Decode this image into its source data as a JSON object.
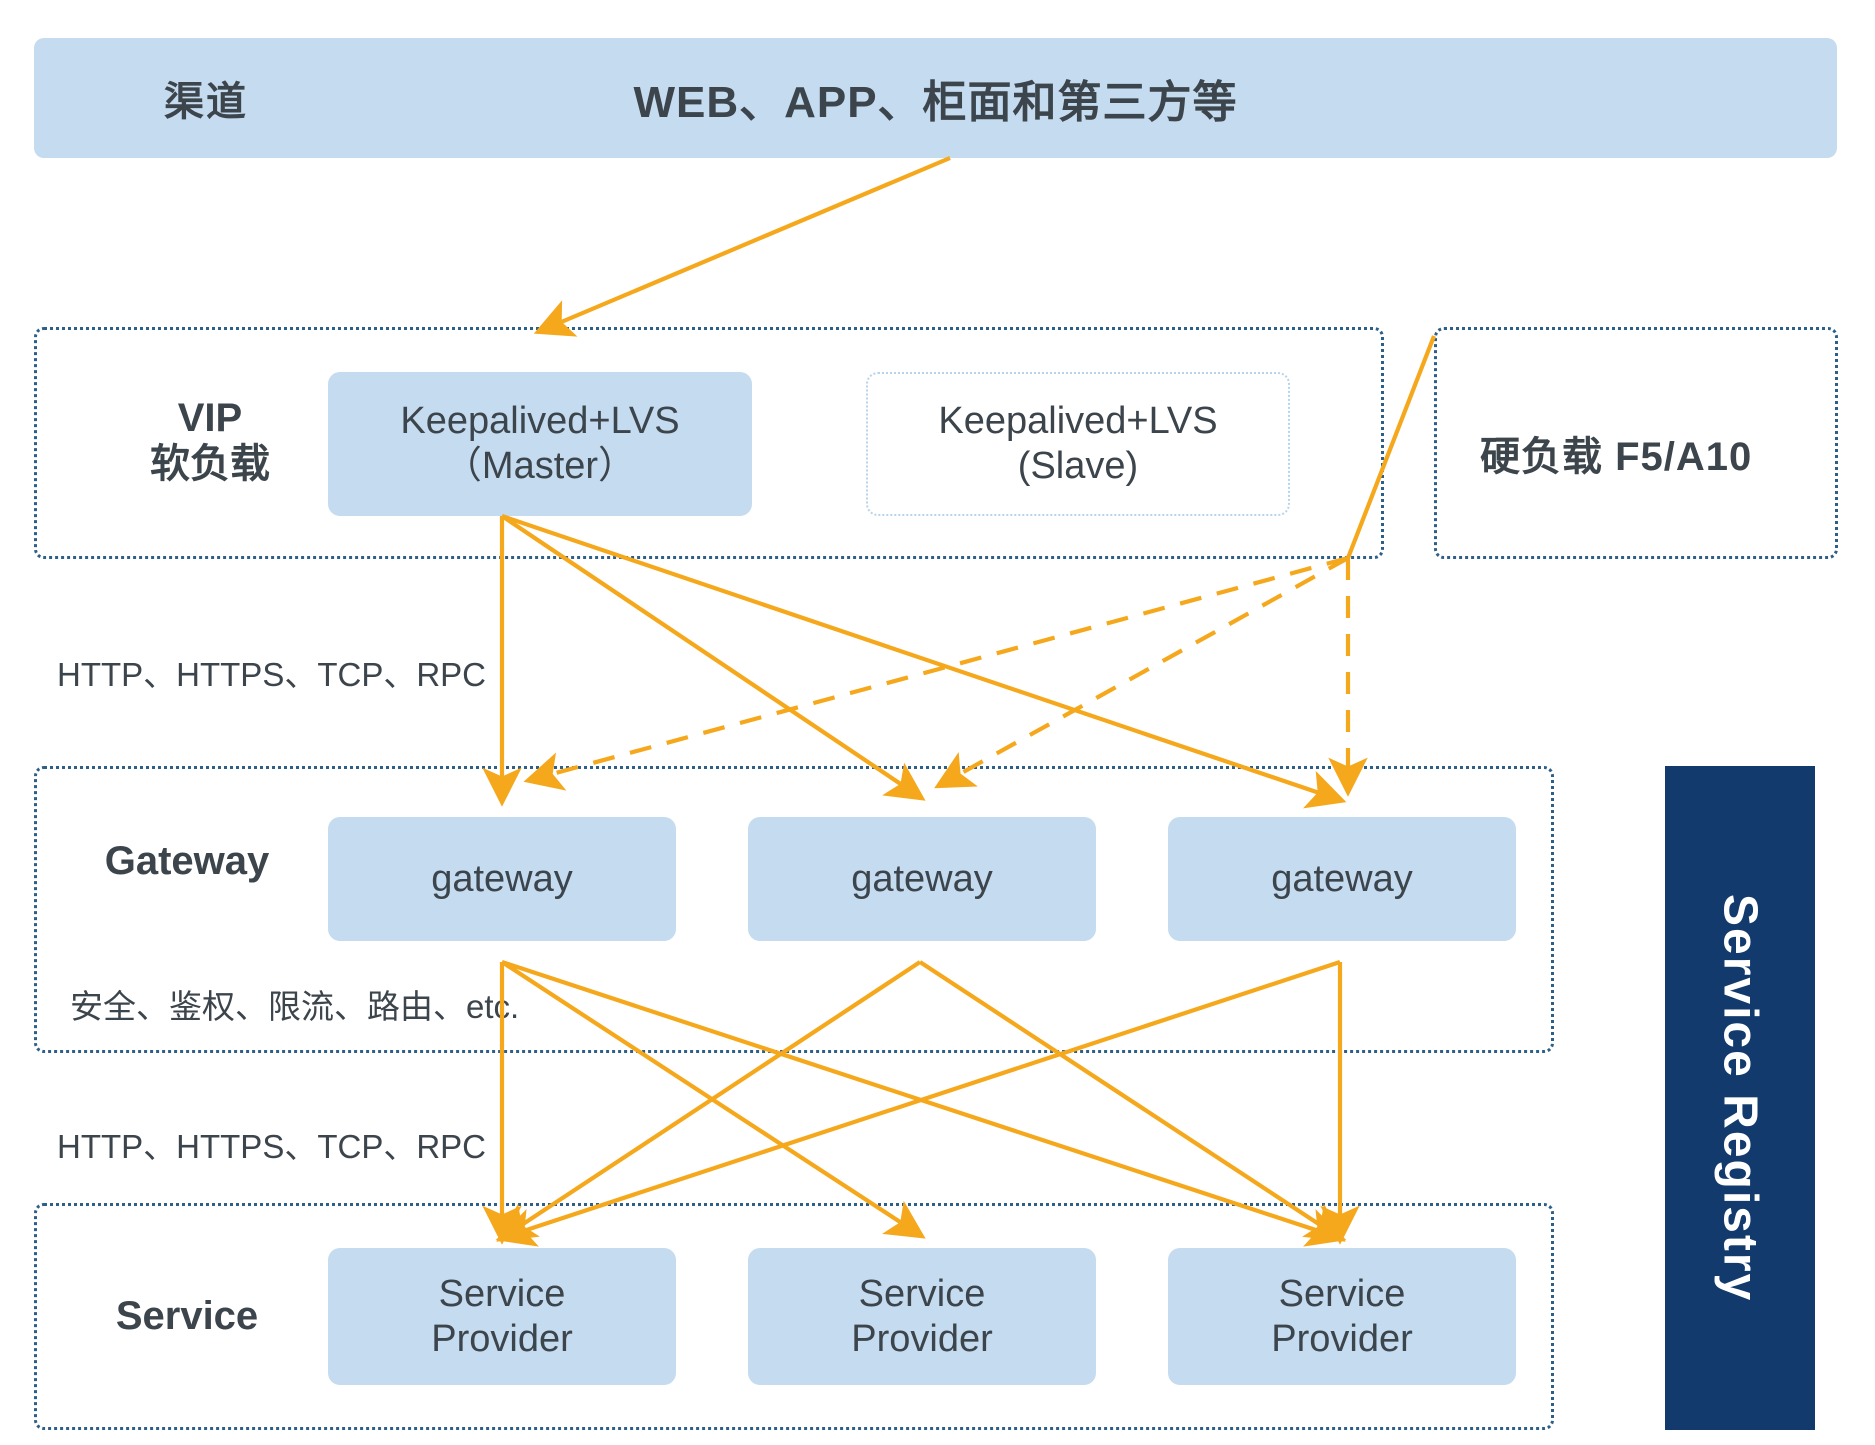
{
  "diagram": {
    "title_banner": {
      "label": "渠道",
      "title": "WEB、APP、柜面和第三方等"
    },
    "vip_section": {
      "label_line1": "VIP",
      "label_line2": "软负载",
      "nodes": [
        {
          "line1": "Keepalived+LVS",
          "line2": "（Master）",
          "state": "active"
        },
        {
          "line1": "Keepalived+LVS",
          "line2": "(Slave)",
          "state": "standby"
        }
      ]
    },
    "hardware_lb": {
      "text": "硬负载  F5/A10"
    },
    "gateway_section": {
      "label": "Gateway",
      "nodes": [
        {
          "label": "gateway"
        },
        {
          "label": "gateway"
        },
        {
          "label": "gateway"
        }
      ],
      "capability_label": "安全、鉴权、限流、路由、etc."
    },
    "service_section": {
      "label": "Service",
      "nodes": [
        {
          "line1": "Service",
          "line2": "Provider"
        },
        {
          "line1": "Service",
          "line2": "Provider"
        },
        {
          "line1": "Service",
          "line2": "Provider"
        }
      ]
    },
    "protocol_label_top": "HTTP、HTTPS、TCP、RPC",
    "protocol_label_bottom": "HTTP、HTTPS、TCP、RPC",
    "registry": {
      "label": "Service Registry"
    },
    "colors": {
      "node_fill": "#c5dbf0",
      "banner_fill": "#c5dbf0",
      "frame_border": "#2e5f87",
      "arrow": "#f5a81c",
      "registry_bg": "#123a6d",
      "text": "#3c444c"
    }
  }
}
